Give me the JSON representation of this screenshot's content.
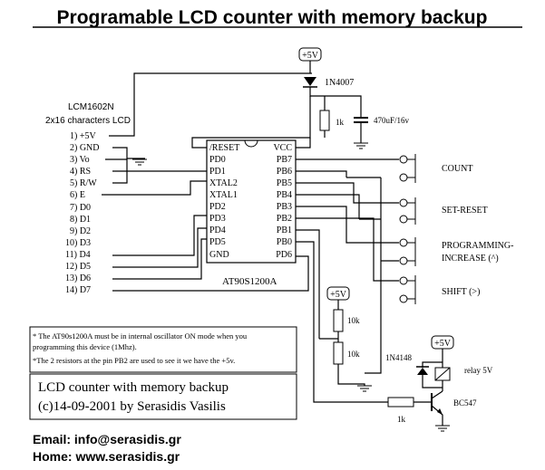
{
  "title": "Programable LCD counter with memory backup",
  "lcd": {
    "model": "LCM1602N",
    "desc": "2x16 characters LCD",
    "pins": [
      "1) +5V",
      "2) GND",
      "3) Vo",
      "4) RS",
      "5) R/W",
      "6) E",
      "7) D0",
      "8) D1",
      "9) D2",
      "10) D3",
      "11) D4",
      "12) D5",
      "13) D6",
      "14) D7"
    ]
  },
  "chip": {
    "name": "AT90S1200A",
    "left_pins": [
      "/RESET",
      "PD0",
      "PD1",
      "XTAL2",
      "XTAL1",
      "PD2",
      "PD3",
      "PD4",
      "PD5",
      "GND"
    ],
    "right_pins": [
      "VCC",
      "PB7",
      "PB6",
      "PB5",
      "PB4",
      "PB3",
      "PB2",
      "PB1",
      "PB0",
      "PD6"
    ]
  },
  "components": {
    "supply1": "+5V",
    "supply2": "+5V",
    "supply3": "+5V",
    "diode1": "1N4007",
    "res_1k_top": "1k",
    "cap": "470uF/16v",
    "res_10k_a": "10k",
    "res_10k_b": "10k",
    "diode2": "1N4148",
    "relay": "relay 5V",
    "res_1k_bottom": "1k",
    "transistor": "BC547"
  },
  "buttons": {
    "count": "COUNT",
    "set_reset": "SET-RESET",
    "prog1": "PROGRAMMING-",
    "prog2": "INCREASE (^)",
    "shift": "SHIFT (>)"
  },
  "note": {
    "line1": "* The AT90s1200A must be in internal oscillator ON mode when you",
    "line2": "programming this device (1Mhz).",
    "line3": "*The 2 resistors at the pin PB2 are used to see it we have the +5v."
  },
  "credit": {
    "line1": "LCD counter with memory backup",
    "line2": "(c)14-09-2001 by Serasidis Vasilis"
  },
  "contact": {
    "email": "Email: info@serasidis.gr",
    "home": "Home: www.serasidis.gr"
  }
}
